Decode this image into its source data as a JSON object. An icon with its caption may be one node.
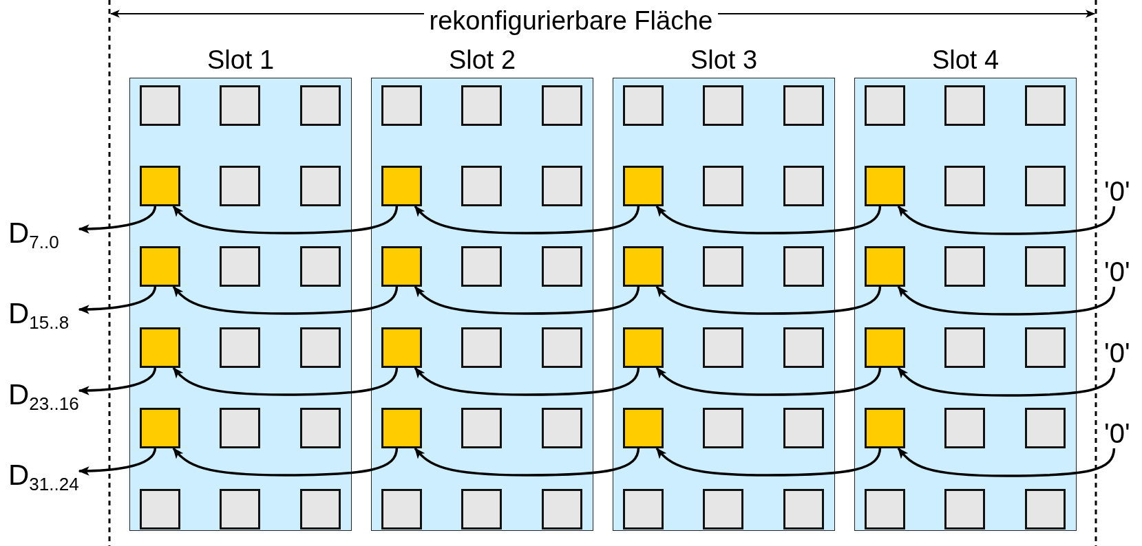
{
  "diagram": {
    "nodes": [
      {
        "text": [
          "Slot 1"
        ]
      },
      {
        "text": [
          "Slot 2"
        ]
      },
      {
        "text": [
          "Slot 3"
        ]
      },
      {
        "text": [
          "Slot 4"
        ]
      },
      {
        "text": [],
        "shape": "box",
        "in": 0
      },
      {
        "text": [],
        "shape": "box",
        "in": 1
      },
      {
        "text": [],
        "shape": "box",
        "in": 2
      },
      {
        "text": [],
        "shape": "box",
        "in": 3
      },
      {
        "text": [],
        "shape": "box",
        "in": 0
      },
      {
        "text": [],
        "shape": "box",
        "in": 1
      },
      {
        "text": [],
        "shape": "box",
        "in": 2
      },
      {
        "text": [],
        "shape": "box",
        "in": 3
      },
      {
        "text": [],
        "shape": "box",
        "in": 0
      },
      {
        "text": [],
        "shape": "box",
        "in": 1
      },
      {
        "text": [],
        "shape": "box",
        "in": 2
      },
      {
        "text": [],
        "shape": "box",
        "in": 3
      },
      {
        "text": [],
        "shape": "box",
        "in": 0
      },
      {
        "text": [],
        "shape": "box",
        "in": 1
      },
      {
        "text": [],
        "shape": "box",
        "in": 2
      },
      {
        "text": [],
        "shape": "box",
        "in": 3
      },
      {
        "text": [
          "D$_{7..0}$"
        ]
      },
      {
        "text": [
          "D$_{15..8}$"
        ]
      },
      {
        "text": [
          "D$_{23..16}$"
        ]
      },
      {
        "text": [
          "D$_{31..24}$"
        ]
      },
      {
        "text": [
          "'0'"
        ]
      },
      {
        "text": [
          "'0'"
        ]
      },
      {
        "text": [
          "'0'"
        ]
      },
      {
        "text": [
          "'0'"
        ]
      }
    ],
    "edges": [
      {
        "from": 24,
        "to": 7,
        "arrow": "to"
      },
      {
        "from": 7,
        "to": 6,
        "arrow": "to"
      },
      {
        "from": 6,
        "to": 5,
        "arrow": "to"
      },
      {
        "from": 5,
        "to": 4,
        "arrow": "to"
      },
      {
        "from": 4,
        "to": 20,
        "arrow": "to"
      },
      {
        "from": 25,
        "to": 11,
        "arrow": "to"
      },
      {
        "from": 11,
        "to": 10,
        "arrow": "to"
      },
      {
        "from": 10,
        "to": 9,
        "arrow": "to"
      },
      {
        "from": 9,
        "to": 8,
        "arrow": "to"
      },
      {
        "from": 8,
        "to": 21,
        "arrow": "to"
      },
      {
        "from": 26,
        "to": 15,
        "arrow": "to"
      },
      {
        "from": 15,
        "to": 14,
        "arrow": "to"
      },
      {
        "from": 14,
        "to": 13,
        "arrow": "to"
      },
      {
        "from": 13,
        "to": 12,
        "arrow": "to"
      },
      {
        "from": 12,
        "to": 22,
        "arrow": "to"
      },
      {
        "from": 27,
        "to": 19,
        "arrow": "to"
      },
      {
        "from": 19,
        "to": 18,
        "arrow": "to"
      },
      {
        "from": 18,
        "to": 17,
        "arrow": "to"
      },
      {
        "from": 17,
        "to": 16,
        "arrow": "to"
      },
      {
        "from": 16,
        "to": 23,
        "arrow": "to"
      }
    ],
    "labels": [
      "rekonfigurierbare Fläche"
    ]
  }
}
